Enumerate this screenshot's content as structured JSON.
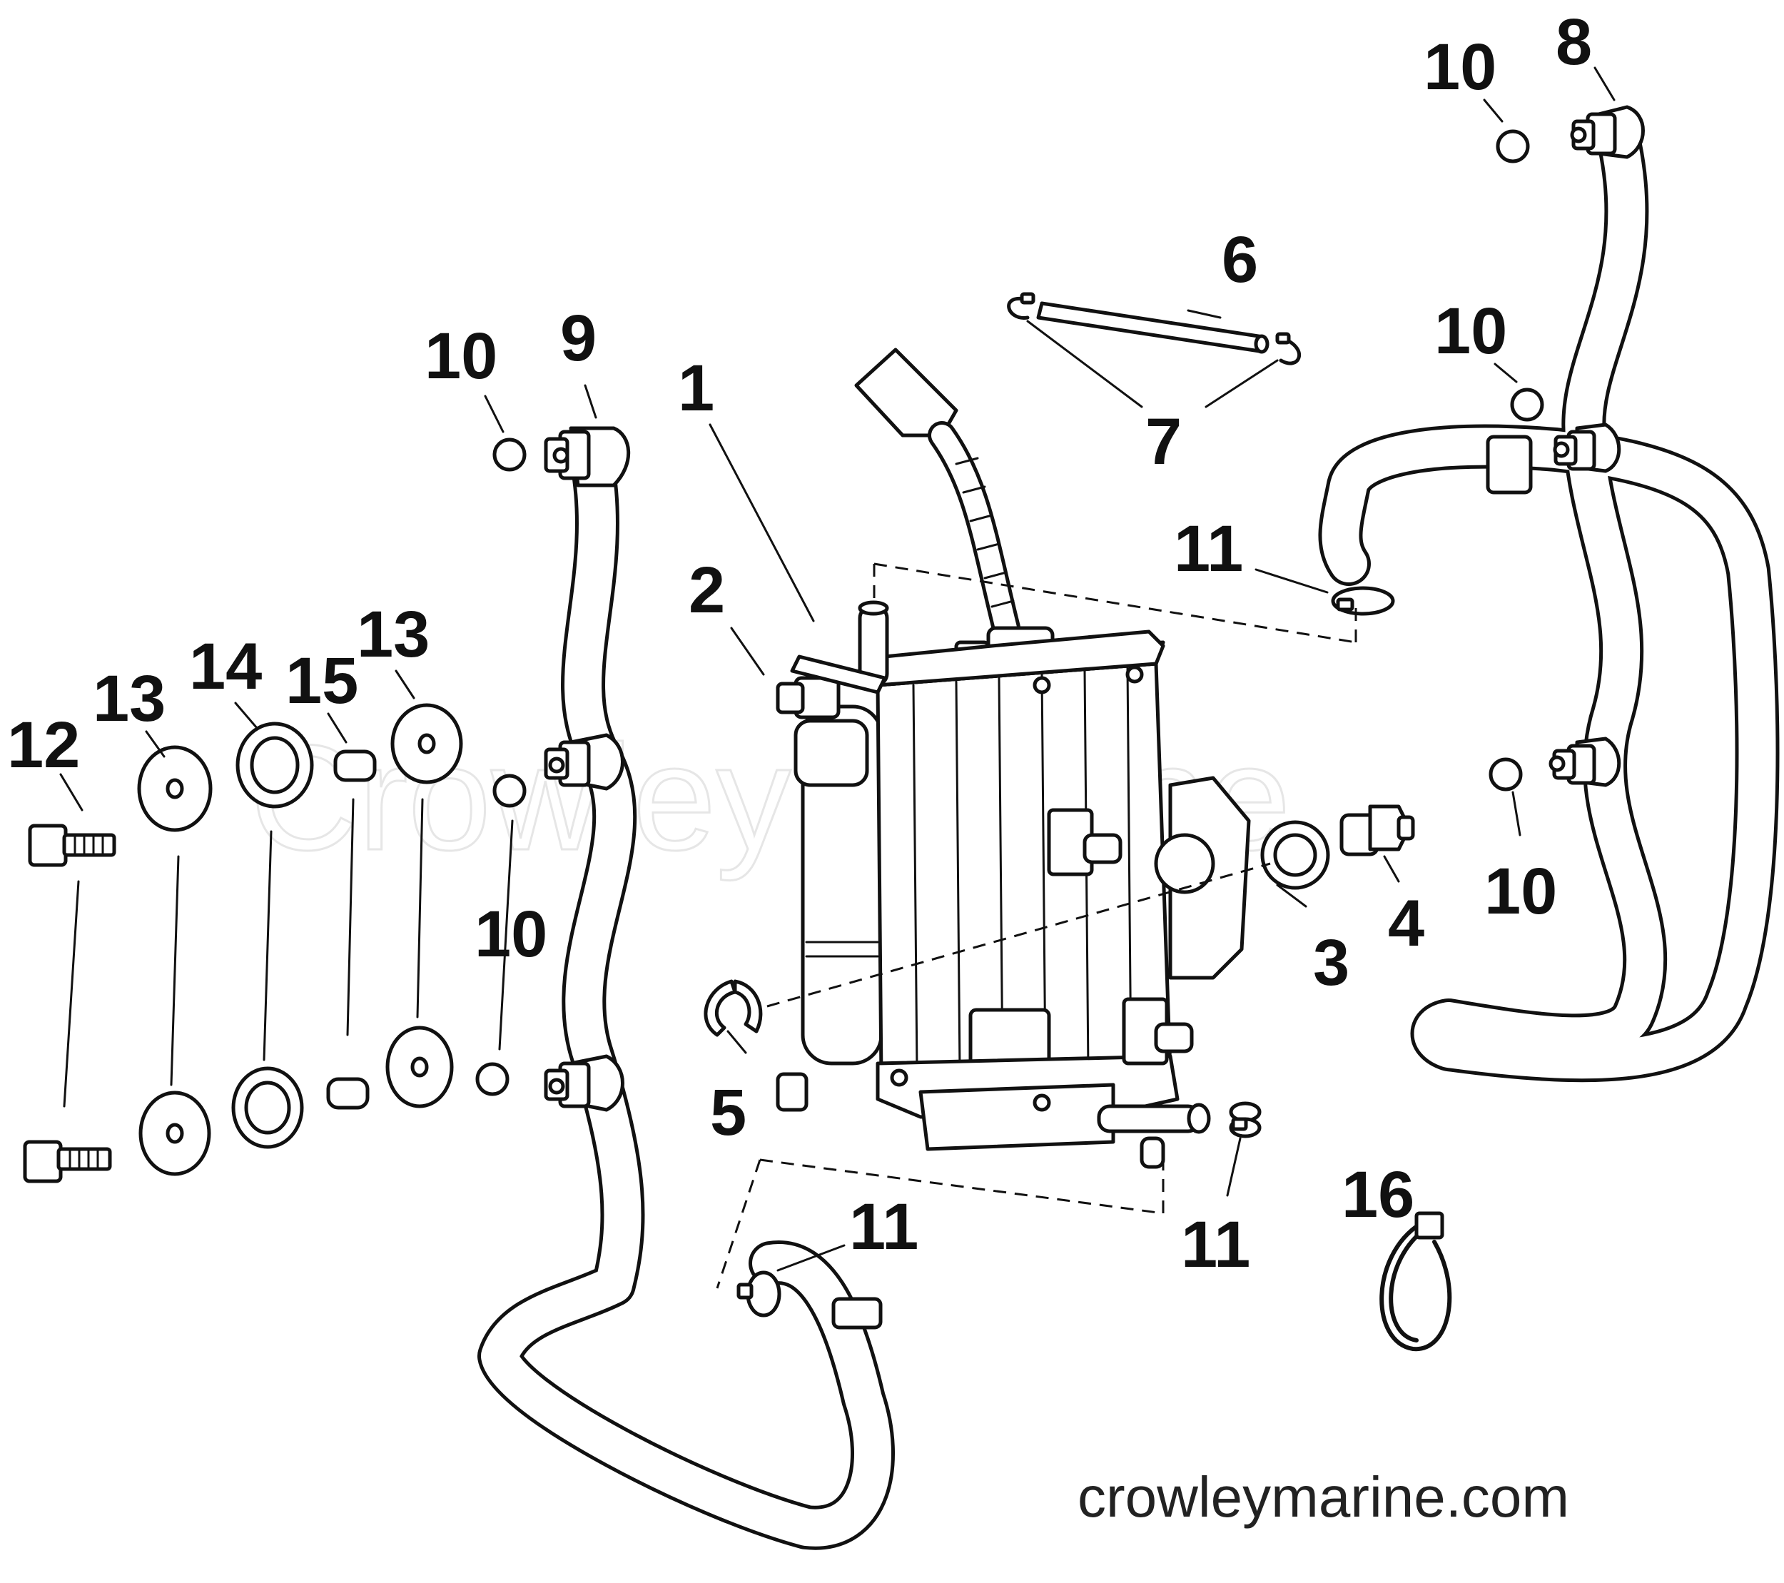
{
  "watermark": "Crowley Marine",
  "website": "crowleymarine.com",
  "callouts": [
    {
      "id": "c1",
      "label": "1"
    },
    {
      "id": "c2",
      "label": "2"
    },
    {
      "id": "c3",
      "label": "3"
    },
    {
      "id": "c4",
      "label": "4"
    },
    {
      "id": "c5",
      "label": "5"
    },
    {
      "id": "c6",
      "label": "6"
    },
    {
      "id": "c7",
      "label": "7"
    },
    {
      "id": "c8",
      "label": "8"
    },
    {
      "id": "c9",
      "label": "9"
    },
    {
      "id": "c10a",
      "label": "10"
    },
    {
      "id": "c10b",
      "label": "10"
    },
    {
      "id": "c10c",
      "label": "10"
    },
    {
      "id": "c10d",
      "label": "10"
    },
    {
      "id": "c10e",
      "label": "10"
    },
    {
      "id": "c11a",
      "label": "11"
    },
    {
      "id": "c11b",
      "label": "11"
    },
    {
      "id": "c11c",
      "label": "11"
    },
    {
      "id": "c12",
      "label": "12"
    },
    {
      "id": "c13a",
      "label": "13"
    },
    {
      "id": "c13b",
      "label": "13"
    },
    {
      "id": "c14",
      "label": "14"
    },
    {
      "id": "c15",
      "label": "15"
    },
    {
      "id": "c16",
      "label": "16"
    }
  ]
}
